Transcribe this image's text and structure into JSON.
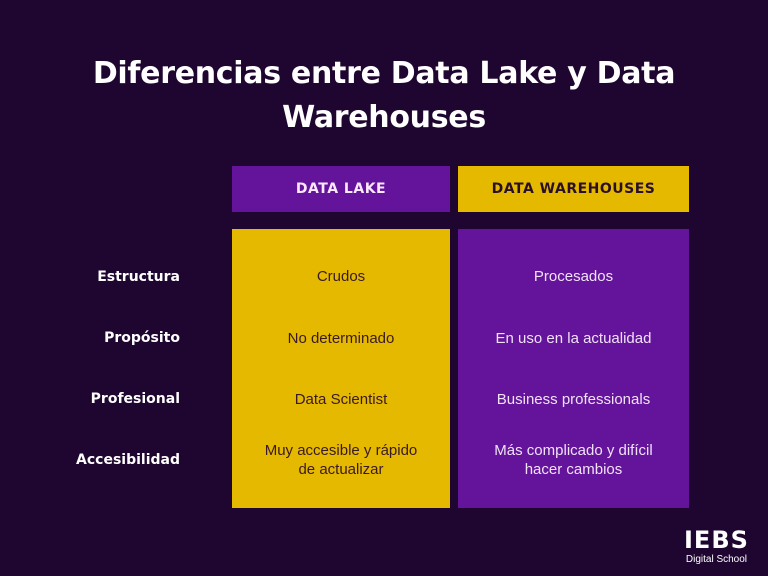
{
  "title": "Diferencias entre Data Lake y Data Warehouses",
  "columns": [
    {
      "label": "DATA LAKE",
      "header_bg": "#64149a",
      "body_bg": "#e5b900"
    },
    {
      "label": "DATA WAREHOUSES",
      "header_bg": "#e5b900",
      "body_bg": "#64149a"
    }
  ],
  "rows": [
    {
      "label": "Estructura",
      "lake": "Crudos",
      "warehouse": "Procesados"
    },
    {
      "label": "Propósito",
      "lake": "No determinado",
      "warehouse": "En uso en la actualidad"
    },
    {
      "label": "Profesional",
      "lake": "Data Scientist",
      "warehouse": "Business professionals"
    },
    {
      "label": "Accesibilidad",
      "lake": "Muy accesible y rápido de actualizar",
      "warehouse": "Más complicado y difícil hacer cambios"
    }
  ],
  "logo": {
    "mark": "IEBS",
    "sub": "Digital School"
  },
  "colors": {
    "background": "#1f0630",
    "purple": "#64149a",
    "yellow": "#e5b900"
  }
}
